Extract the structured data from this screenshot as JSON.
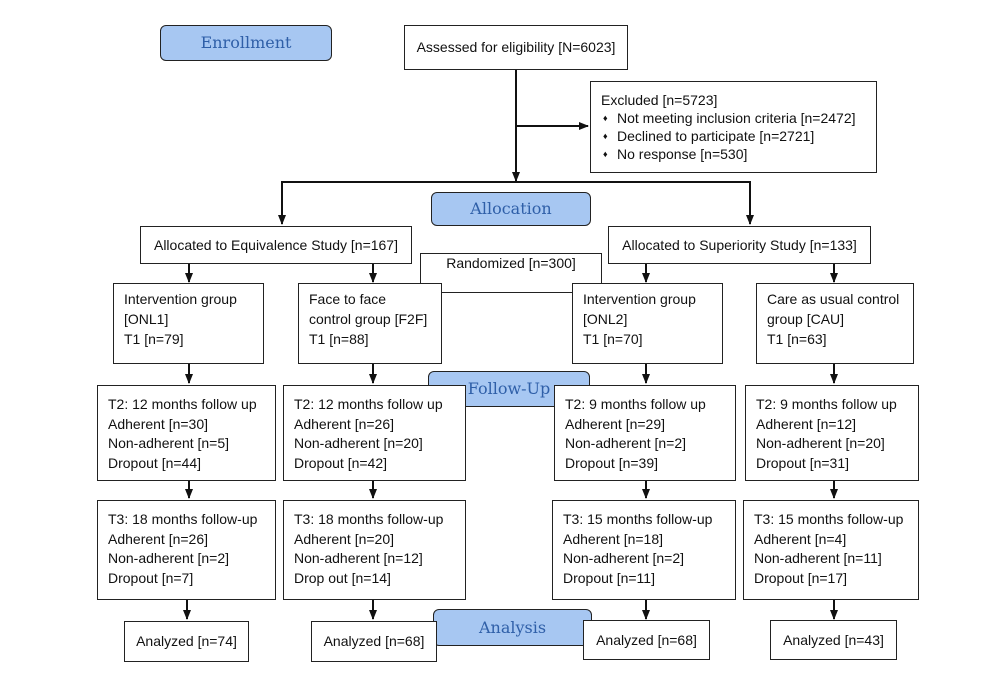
{
  "stages": {
    "enrollment": "Enrollment",
    "allocation": "Allocation",
    "follow_up": "Follow-Up",
    "analysis": "Analysis"
  },
  "assessed": "Assessed for eligibility [N=6023]",
  "excluded": {
    "title": "Excluded [n=5723]",
    "items": [
      "Not meeting inclusion criteria [n=2472]",
      "Declined to participate [n=2721]",
      "No response [n=530]"
    ]
  },
  "randomized": "Randomized [n=300]",
  "studies": {
    "equivalence": "Allocated to Equivalence Study [n=167]",
    "superiority": "Allocated to Superiority Study [n=133]"
  },
  "arms": [
    {
      "group": [
        "Intervention group",
        "[ONL1]",
        "T1 [n=79]"
      ],
      "t2": [
        "T2: 12 months follow up",
        "Adherent [n=30]",
        "Non-adherent [n=5]",
        "Dropout [n=44]"
      ],
      "t3": [
        "T3: 18 months follow-up",
        "Adherent [n=26]",
        "Non-adherent [n=2]",
        "Dropout [n=7]"
      ],
      "analyzed": "Analyzed [n=74]"
    },
    {
      "group": [
        "Face to face",
        "control group [F2F]",
        "T1 [n=88]"
      ],
      "t2": [
        "T2: 12 months follow up",
        "Adherent [n=26]",
        "Non-adherent [n=20]",
        "Dropout [n=42]"
      ],
      "t3": [
        "T3: 18 months follow-up",
        "Adherent [n=20]",
        "Non-adherent [n=12]",
        "Drop out [n=14]"
      ],
      "analyzed": "Analyzed [n=68]"
    },
    {
      "group": [
        "Intervention group",
        "[ONL2]",
        "T1 [n=70]"
      ],
      "t2": [
        "T2: 9 months follow up",
        "Adherent [n=29]",
        "Non-adherent [n=2]",
        "Dropout [n=39]"
      ],
      "t3": [
        "T3: 15 months follow-up",
        "Adherent [n=18]",
        "Non-adherent [n=2]",
        "Dropout [n=11]"
      ],
      "analyzed": "Analyzed [n=68]"
    },
    {
      "group": [
        "Care as usual control",
        "group [CAU]",
        "T1 [n=63]"
      ],
      "t2": [
        "T2: 9 months follow up",
        "Adherent [n=12]",
        "Non-adherent [n=20]",
        "Dropout [n=31]"
      ],
      "t3": [
        "T3: 15 months follow-up",
        "Adherent [n=4]",
        "Non-adherent [n=11]",
        "Dropout [n=17]"
      ],
      "analyzed": "Analyzed [n=43]"
    }
  ]
}
